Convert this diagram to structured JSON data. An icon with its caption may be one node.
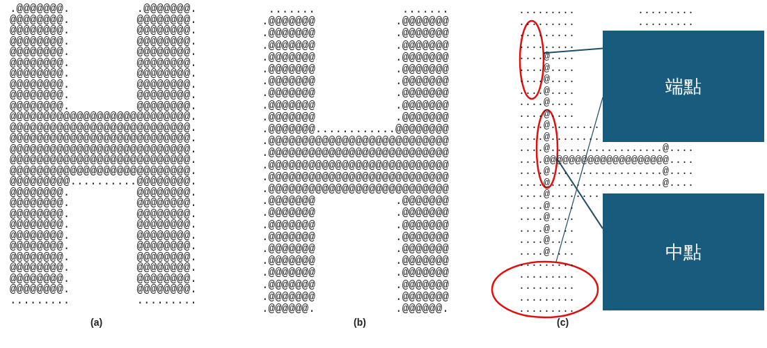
{
  "diagram": {
    "nodes": [
      {
        "text": [],
        "shape": "ellipse"
      },
      {
        "text": [
          "端點"
        ]
      },
      {
        "text": [],
        "shape": "ellipse"
      },
      {
        "text": [
          "中點"
        ]
      },
      {
        "text": [],
        "shape": "ellipse"
      }
    ],
    "edges": [
      {
        "from": 1,
        "to": 0,
        "arrow": "none"
      },
      {
        "from": 1,
        "to": 4,
        "arrow": "none"
      },
      {
        "from": 3,
        "to": 2,
        "arrow": "none"
      }
    ],
    "labels": [
      ".@@@@@@@.          .@@@@@@@.",
      "@@@@@@@@.          @@@@@@@@.",
      "@@@@@@@@.          @@@@@@@@.",
      "@@@@@@@@.          @@@@@@@@.",
      "@@@@@@@@.          @@@@@@@@.",
      "@@@@@@@@.          @@@@@@@@.",
      "@@@@@@@@.          @@@@@@@@.",
      "@@@@@@@@.          @@@@@@@@.",
      "@@@@@@@@.          @@@@@@@@.",
      "@@@@@@@@.          @@@@@@@@.",
      "@@@@@@@@@@@@@@@@@@@@@@@@@@@.",
      "@@@@@@@@@@@@@@@@@@@@@@@@@@@.",
      "@@@@@@@@@@@@@@@@@@@@@@@@@@@.",
      "@@@@@@@@@@@@@@@@@@@@@@@@@@@.",
      "@@@@@@@@@@@@@@@@@@@@@@@@@@@.",
      "@@@@@@@@@@@@@@@@@@@@@@@@@@@.",
      "@@@@@@@@@..........@@@@@@@@.",
      "@@@@@@@@.          @@@@@@@@.",
      "@@@@@@@@.          @@@@@@@@.",
      "@@@@@@@@.          @@@@@@@@.",
      "@@@@@@@@.          @@@@@@@@.",
      "@@@@@@@@.          @@@@@@@@.",
      "@@@@@@@@.          @@@@@@@@.",
      "@@@@@@@@.          @@@@@@@@.",
      "@@@@@@@@.          @@@@@@@@.",
      "@@@@@@@@.          @@@@@@@@.",
      "@@@@@@@@.          @@@@@@@@.",
      ".........          .........",
      " .......             .......",
      ".@@@@@@@            .@@@@@@@",
      ".@@@@@@@            .@@@@@@@",
      ".@@@@@@@            .@@@@@@@",
      ".@@@@@@@            .@@@@@@@",
      ".@@@@@@@            .@@@@@@@",
      ".@@@@@@@            .@@@@@@@",
      ".@@@@@@@            .@@@@@@@",
      ".@@@@@@@            .@@@@@@@",
      ".@@@@@@@            .@@@@@@@",
      ".@@@@@@@............@@@@@@@@",
      ".@@@@@@@@@@@@@@@@@@@@@@@@@@@",
      ".@@@@@@@@@@@@@@@@@@@@@@@@@@@",
      ".@@@@@@@@@@@@@@@@@@@@@@@@@@@",
      ".@@@@@@@@@@@@@@@@@@@@@@@@@@@",
      ".@@@@@@@@@@@@@@@@@@@@@@@@@@@",
      ".@@@@@@@            .@@@@@@@",
      ".@@@@@@@            .@@@@@@@",
      ".@@@@@@@            .@@@@@@@",
      ".@@@@@@@            .@@@@@@@",
      ".@@@@@@@            .@@@@@@@",
      ".@@@@@@@            .@@@@@@@",
      ".@@@@@@@            .@@@@@@@",
      ".@@@@@@@            .@@@@@@@",
      ".@@@@@@@            .@@@@@@@",
      ".@@@@@@.            .@@@@@@.",
      ".........          .........",
      ".........          .........",
      ".........",
      ".........",
      "....@....",
      "....@....",
      "....@....",
      "....@....",
      "....@....",
      "....@....",
      "....@........",
      "....@........",
      "....@..................@....",
      "....@@@@@@@@@@@@@@@@@@@@....",
      "....@..................@....",
      "....@..................@....",
      "....@........",
      "....@....",
      "....@....",
      "....@....",
      "....@....",
      "....@....",
      ".........",
      ".........",
      ".........",
      ".........",
      ".........",
      "(a)",
      "(b)",
      "(c)"
    ]
  }
}
